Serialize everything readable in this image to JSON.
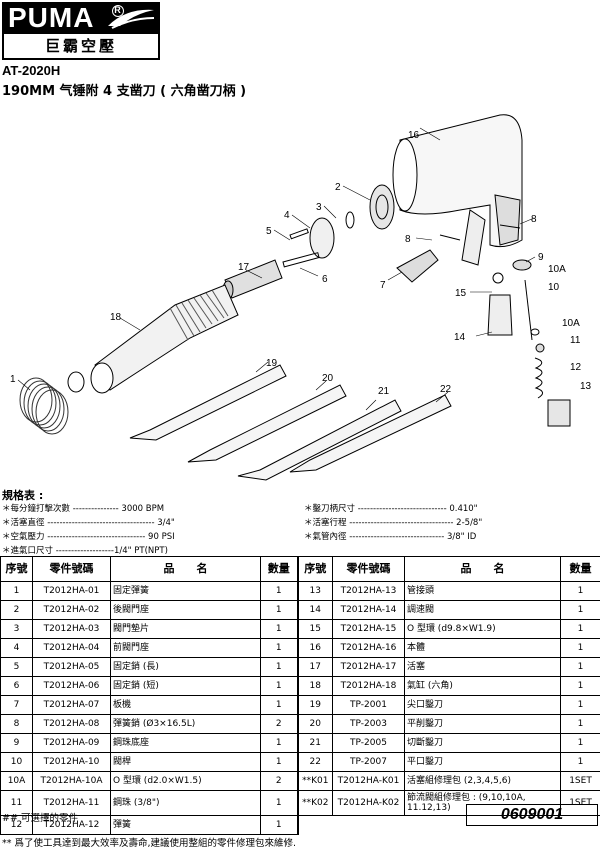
{
  "brand": {
    "name": "PUMA",
    "reg": "R",
    "chinese": "巨霸空壓"
  },
  "model": "AT-2020H",
  "subtitle": "190MM 气锤附 4 支凿刀 ( 六角凿刀柄 )",
  "callouts": [
    "1",
    "2",
    "3",
    "4",
    "5",
    "6",
    "7",
    "8",
    "8",
    "9",
    "10A",
    "10",
    "10A",
    "11",
    "12",
    "13",
    "14",
    "15",
    "16",
    "17",
    "18",
    "19",
    "20",
    "21",
    "22"
  ],
  "specs": {
    "title": "規格表 :",
    "left": [
      "＊每分鐘打擊次數 --------------- 3000 BPM",
      "＊活塞直徑 ----------------------------------- 3/4\"",
      "＊空氣壓力 -------------------------------- 90 PSI",
      "＊進氣口尺寸 -------------------1/4\" PT(NPT)"
    ],
    "right": [
      "＊鑿刀柄尺寸 ----------------------------- 0.410\"",
      "＊活塞行程 ---------------------------------- 2-5/8\"",
      "＊氣管內徑 ------------------------------- 3/8\" ID"
    ]
  },
  "table": {
    "headers": [
      "序號",
      "零件號碼",
      "品　　名",
      "數量",
      "序號",
      "零件號碼",
      "品　　名",
      "數量"
    ],
    "rows": [
      [
        "1",
        "T2012HA-01",
        "固定彈簧",
        "1",
        "13",
        "T2012HA-13",
        "管接頭",
        "1"
      ],
      [
        "2",
        "T2012HA-02",
        "後閥門座",
        "1",
        "14",
        "T2012HA-14",
        "調速閥",
        "1"
      ],
      [
        "3",
        "T2012HA-03",
        "閥門墊片",
        "1",
        "15",
        "T2012HA-15",
        "O 型環 (d9.8×W1.9)",
        "1"
      ],
      [
        "4",
        "T2012HA-04",
        "前閥門座",
        "1",
        "16",
        "T2012HA-16",
        "本體",
        "1"
      ],
      [
        "5",
        "T2012HA-05",
        "固定銷 (長)",
        "1",
        "17",
        "T2012HA-17",
        "活塞",
        "1"
      ],
      [
        "6",
        "T2012HA-06",
        "固定銷 (短)",
        "1",
        "18",
        "T2012HA-18",
        "氣缸 (六角)",
        "1"
      ],
      [
        "7",
        "T2012HA-07",
        "板機",
        "1",
        "19",
        "TP-2001",
        "尖口鑿刀",
        "1"
      ],
      [
        "8",
        "T2012HA-08",
        "彈簧銷 (Ø3×16.5L)",
        "2",
        "20",
        "TP-2003",
        "平削鑿刀",
        "1"
      ],
      [
        "9",
        "T2012HA-09",
        "鋼珠底座",
        "1",
        "21",
        "TP-2005",
        "切斷鑿刀",
        "1"
      ],
      [
        "10",
        "T2012HA-10",
        "閥桿",
        "1",
        "22",
        "TP-2007",
        "平口鑿刀",
        "1"
      ],
      [
        "10A",
        "T2012HA-10A",
        "O 型環 (d2.0×W1.5)",
        "2",
        "**K01",
        "T2012HA-K01",
        "活塞組修理包 (2,3,4,5,6)",
        "1SET"
      ],
      [
        "11",
        "T2012HA-11",
        "鋼珠 (3/8\")",
        "1",
        "**K02",
        "T2012HA-K02",
        "節流閥組修理包 : (9,10,10A, 11.12,13)",
        "1SET"
      ],
      [
        "12",
        "T2012HA-12",
        "彈簧",
        "1",
        "",
        "",
        "",
        ""
      ]
    ]
  },
  "footnote1": "## 可選擇的零件",
  "footnote2": "** 爲了使工具達到最大效率及壽命,建議使用整組的零件修理包來維修.",
  "doc_number": "0609001"
}
